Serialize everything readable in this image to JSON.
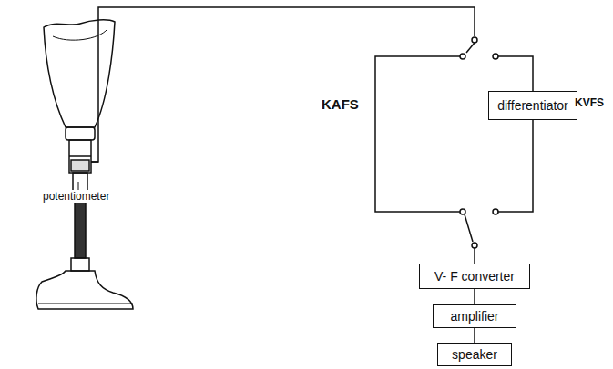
{
  "diagram": {
    "nodes": [
      {
        "text": [
          "differentiator"
        ]
      },
      {
        "text": [
          "V- F converter"
        ]
      },
      {
        "text": [
          "amplifier"
        ]
      },
      {
        "text": [
          "speaker"
        ]
      }
    ],
    "edges": [
      {
        "from": 1,
        "to": 2,
        "arrow": "none"
      },
      {
        "from": 2,
        "to": 3,
        "arrow": "none"
      }
    ],
    "labels": [
      "KAFS",
      "KVFS",
      "potentiometer"
    ]
  }
}
